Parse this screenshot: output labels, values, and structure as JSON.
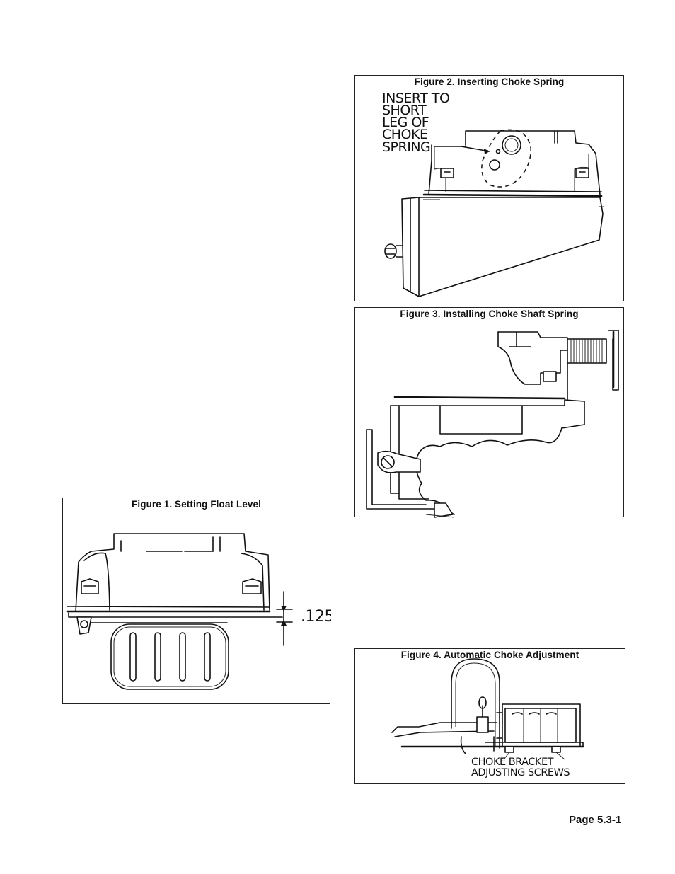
{
  "figures": {
    "fig2": {
      "caption": "Figure 2. Inserting Choke Spring",
      "label_lines": [
        "INSERT TO",
        "SHORT",
        "LEG OF",
        "CHOKE",
        "SPRING"
      ]
    },
    "fig3": {
      "caption": "Figure 3. Installing Choke Shaft Spring"
    },
    "fig1": {
      "caption": "Figure 1. Setting Float Level",
      "dimension": ".125"
    },
    "fig4": {
      "caption": "Figure 4. Automatic Choke Adjustment",
      "label_lines": [
        "CHOKE BRACKET",
        "ADJUSTING SCREWS"
      ]
    }
  },
  "footer": {
    "page_number": "Page 5.3-1"
  }
}
